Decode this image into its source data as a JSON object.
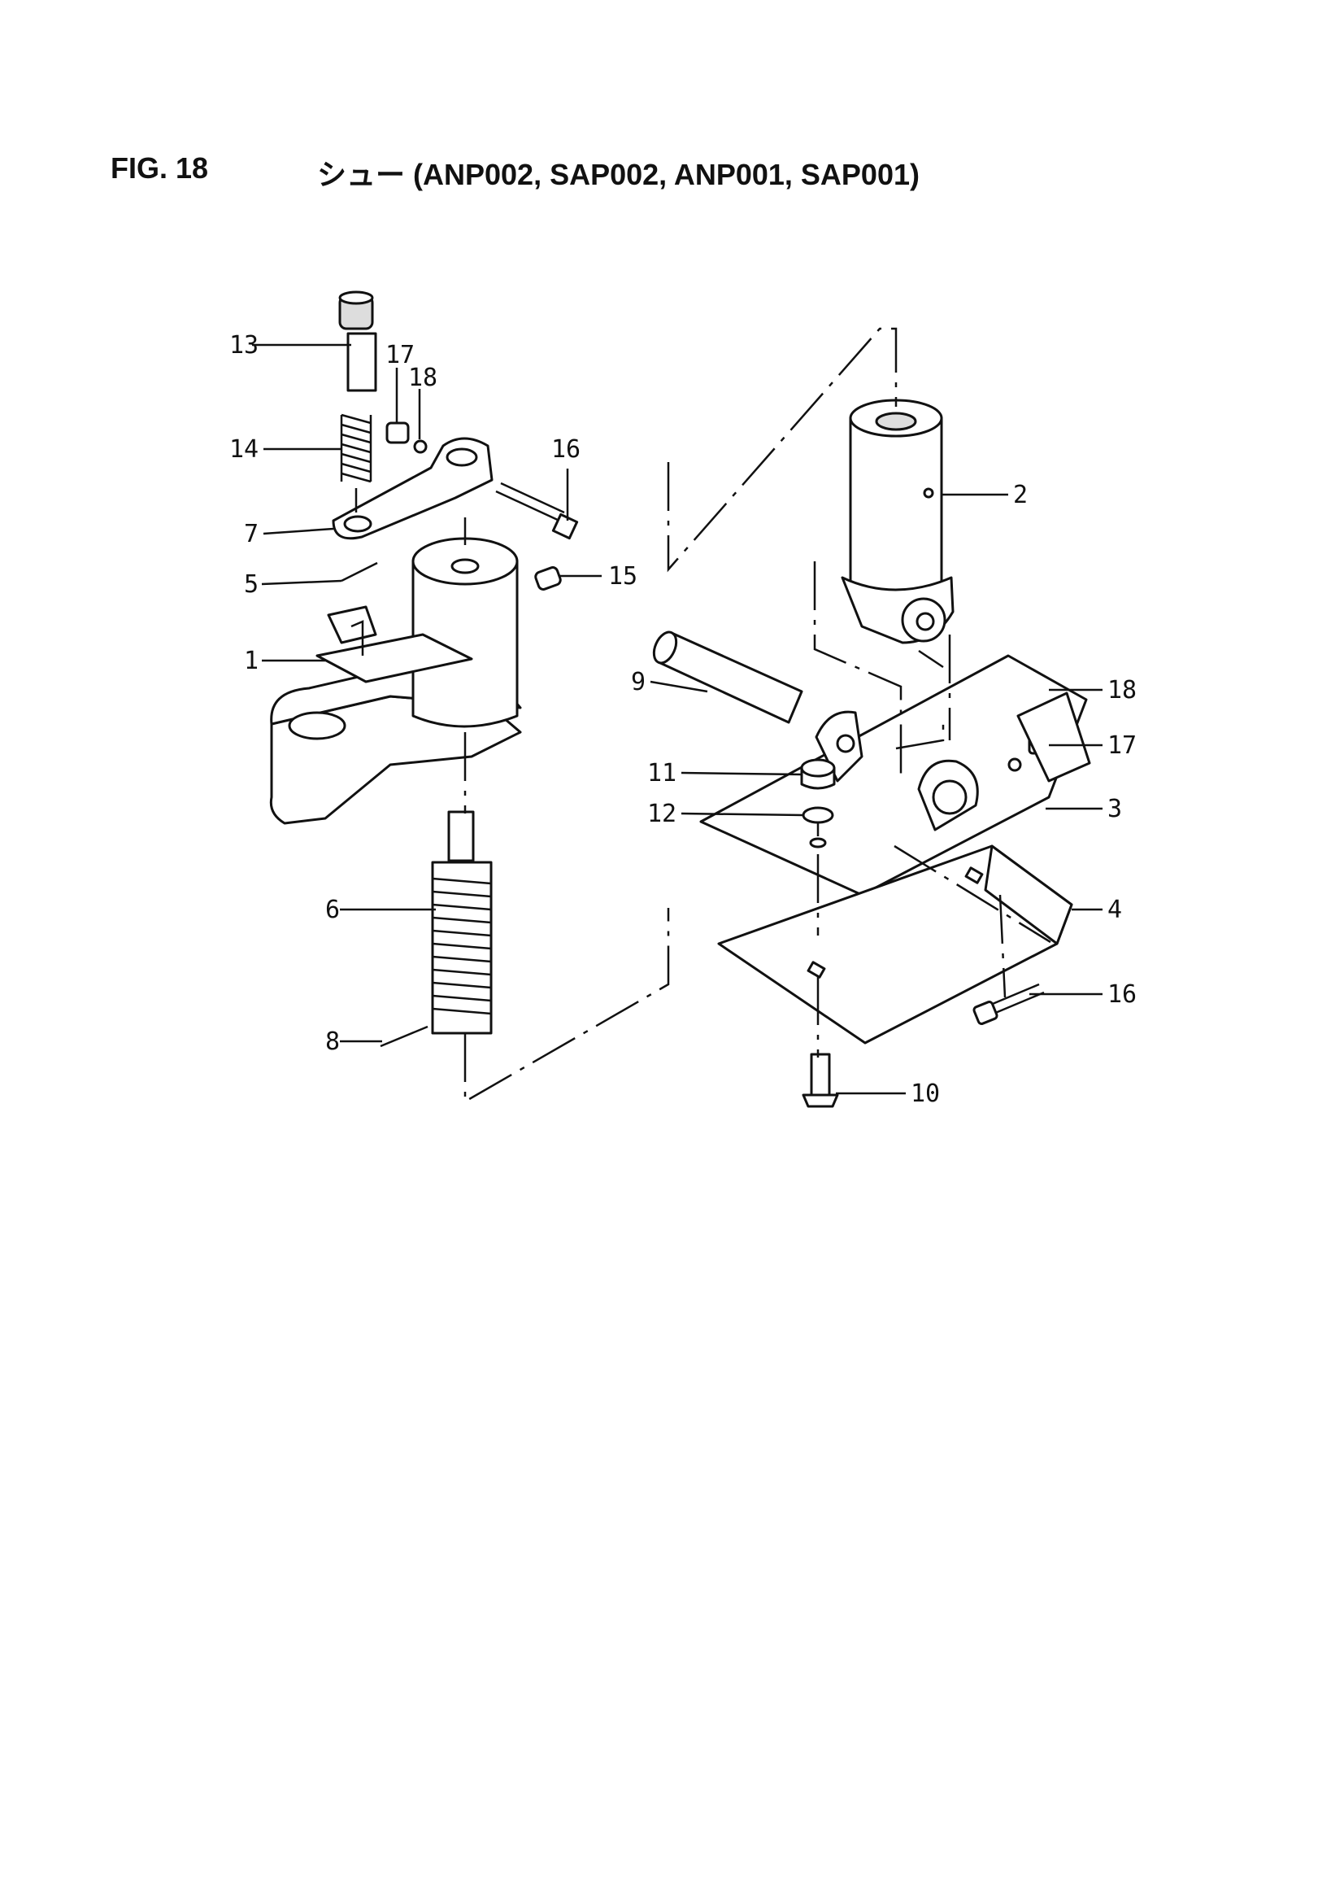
{
  "header": {
    "fig_number": "FIG. 18",
    "title": "シュー (ANP002, SAP002, ANP001, SAP001)"
  },
  "callouts": {
    "c1": "1",
    "c2": "2",
    "c3": "3",
    "c4": "4",
    "c5": "5",
    "c6": "6",
    "c7": "7",
    "c8": "8",
    "c9": "9",
    "c10": "10",
    "c11": "11",
    "c12": "12",
    "c13": "13",
    "c14": "14",
    "c15": "15",
    "c16a": "16",
    "c16b": "16",
    "c17a": "17",
    "c17b": "17",
    "c18a": "18",
    "c18b": "18"
  }
}
